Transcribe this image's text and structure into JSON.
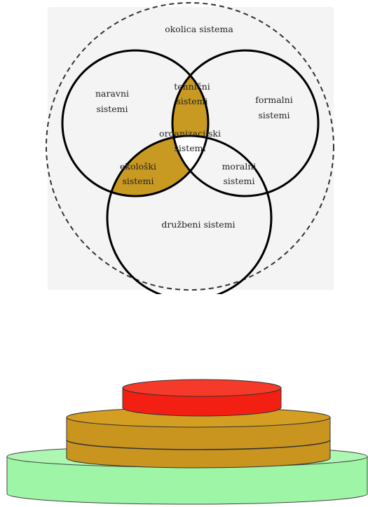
{
  "venn": {
    "environment_label": "okolica sistema",
    "circles": {
      "natural": [
        "naravni",
        "sistemi"
      ],
      "formal": [
        "formalni",
        "sistemi"
      ],
      "social": "družbeni sistemi"
    },
    "intersections": {
      "technical": [
        "tehnični",
        "sistemi"
      ],
      "ecological": [
        "ekološki",
        "sistemi"
      ],
      "moral": [
        "moralni",
        "sistemi"
      ],
      "organizational": [
        "organizacijski",
        "sistemi"
      ]
    },
    "colors": {
      "highlight": "#c99a22",
      "outline": "#000000",
      "dashed_border": "#333333",
      "frame_bg": "#f4f4f4"
    }
  },
  "stack": {
    "layers": [
      {
        "name": "base",
        "color": "#9ff5a6"
      },
      {
        "name": "middle-lower",
        "color": "#c9951f"
      },
      {
        "name": "middle-upper",
        "color": "#d39e22"
      },
      {
        "name": "top",
        "color": "#f21f12"
      }
    ]
  }
}
